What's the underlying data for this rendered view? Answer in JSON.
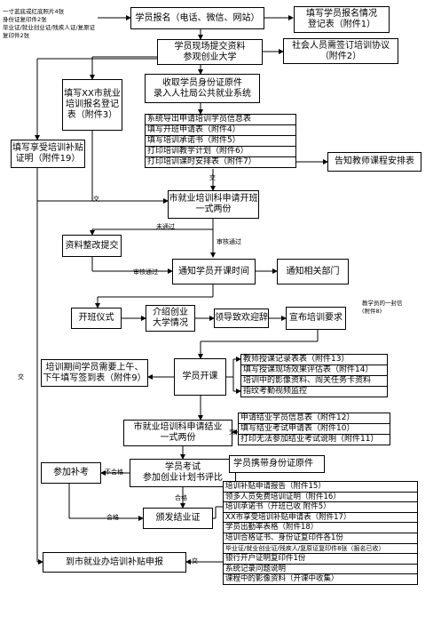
{
  "top_note": "一寸蓝底或红底照片4张\n身份证复印件2张\n毕业证/就业创业证/残疾人证/复原证复印件2张",
  "boxes": {
    "b1": "学员报名（电话、微信、网站）",
    "b2": "填写学员报名情况\n登记表（附件1）",
    "b3": "学员现场提交资料\n参观创业大学",
    "b4": "社会人员需签订培训协议\n（附件2）",
    "b5": "填写XX市就业\n培训报名登记\n表（附件3）",
    "b6": "收取学员身份证原件\n录入人社局公共就业系统",
    "b8": "告知教师课程安排表",
    "b9": "填写享受培训补贴\n证明（附件19）",
    "b10": "市就业培训科申请开班\n一式两份",
    "b11": "资料整改提交",
    "b12": "通知学员开课时间",
    "b13": "通知相关部门",
    "b14": "开班仪式",
    "b15": "介绍创业\n大学情况",
    "b16": "领导致欢迎辞",
    "b17": "宣布培训要求",
    "b18": "培训期间学员需要上午、\n下午填写签到表（附件9）",
    "b19": "学员开课",
    "b21": "市就业培训科申请结业\n一式两份",
    "b23": "参加补考",
    "b24": "学员考试\n参加创业计划书评比",
    "b25": "学员携带身份证原件",
    "b26": "颁发结业证",
    "b28": "到市就业办培训补贴申报"
  },
  "lists": {
    "l7": [
      "系统导出申请培训学员信息表",
      "填写开班申请表（附件4）",
      "填写培训承诺书（附件5）",
      "打印培训教学计划（附件6）",
      "打印培训课时安排表（附件7）"
    ],
    "l20": [
      "教师授课记录表表（附件13）",
      "填写授课现场效果评估表（附件14）",
      "培训中的影像资料、闯关任务卡资料",
      "指纹考勤视频监控"
    ],
    "l22": [
      "申请结业学员信息表（附件12）",
      "填写结业考试申请表（附件10）",
      "打印无法参加结业考试说明（附件11）"
    ],
    "l27": [
      "培训补贴申请报告（附件15）",
      "领多人员免费培训证明（附件16）",
      "培训承诺书（开班已收 附件5）",
      "XX市享受培训补贴申请表（附件17）",
      "学员出勤率表格（附件18）",
      "培训合格证书、身份证复印件各1份",
      "毕业证/就业创业证/残疾人/复原证复印件8张（报名已收）",
      "银行开户证明复印件1份",
      "系统记录问题说明",
      "课程中的影像资料（开课中收集）"
    ]
  },
  "labels": {
    "hand_note": "教学员的一封信\n(附件8)",
    "not_passed": "未通过",
    "review_passed_1": "审核通过",
    "review_passed_2": "审核通过",
    "fail": "不合格",
    "pass_1": "合格",
    "pass_2": "合格",
    "jiao_1": "交",
    "jiao_2": "交",
    "jiao_3": "交",
    "jiao_4": "交",
    "jiao_5": "交"
  }
}
